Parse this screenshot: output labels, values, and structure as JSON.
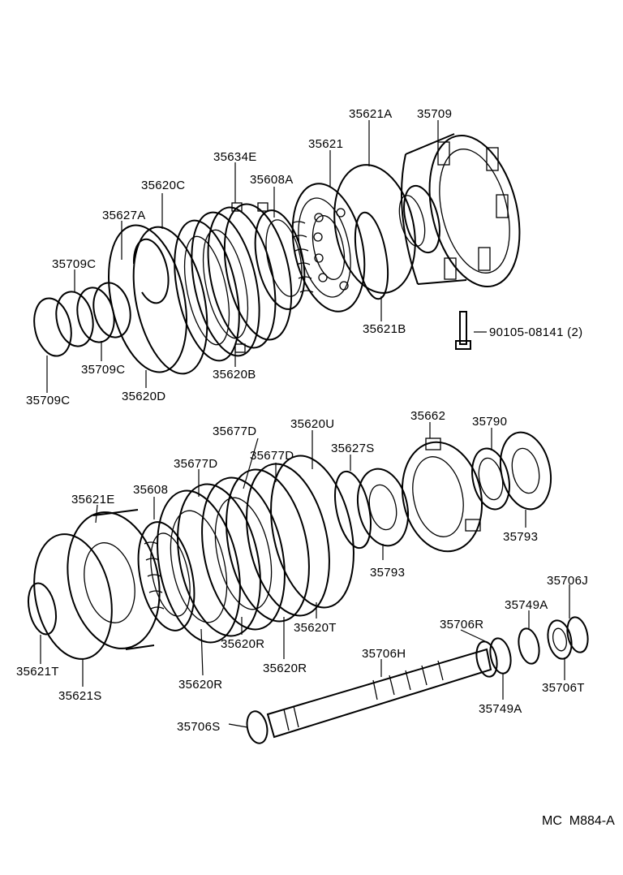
{
  "labels": {
    "p35621A": "35621A",
    "p35709": "35709",
    "p35621": "35621",
    "p35634E": "35634E",
    "p35608A": "35608A",
    "p35620C": "35620C",
    "p35627A": "35627A",
    "p35709C_top": "35709C",
    "p35709C_mid": "35709C",
    "p35709C_bot": "35709C",
    "p35620D": "35620D",
    "p35620B": "35620B",
    "p35621B": "35621B",
    "bolt": "90105-08141 (2)",
    "p35677D_a": "35677D",
    "p35620U": "35620U",
    "p35662": "35662",
    "p35790": "35790",
    "p35677D_b": "35677D",
    "p35627S": "35627S",
    "p35677D_c": "35677D",
    "p35608": "35608",
    "p35621E": "35621E",
    "p35793_r": "35793",
    "p35793_m": "35793",
    "p35706J": "35706J",
    "p35749A_top": "35749A",
    "p35706R": "35706R",
    "p35706H": "35706H",
    "p35620T": "35620T",
    "p35620R_a": "35620R",
    "p35620R_b": "35620R",
    "p35620R_c": "35620R",
    "p35621T": "35621T",
    "p35621S": "35621S",
    "p35706S": "35706S",
    "p35749A_bot": "35749A",
    "p35706T": "35706T"
  },
  "diagram_code": "MC  M884-A"
}
